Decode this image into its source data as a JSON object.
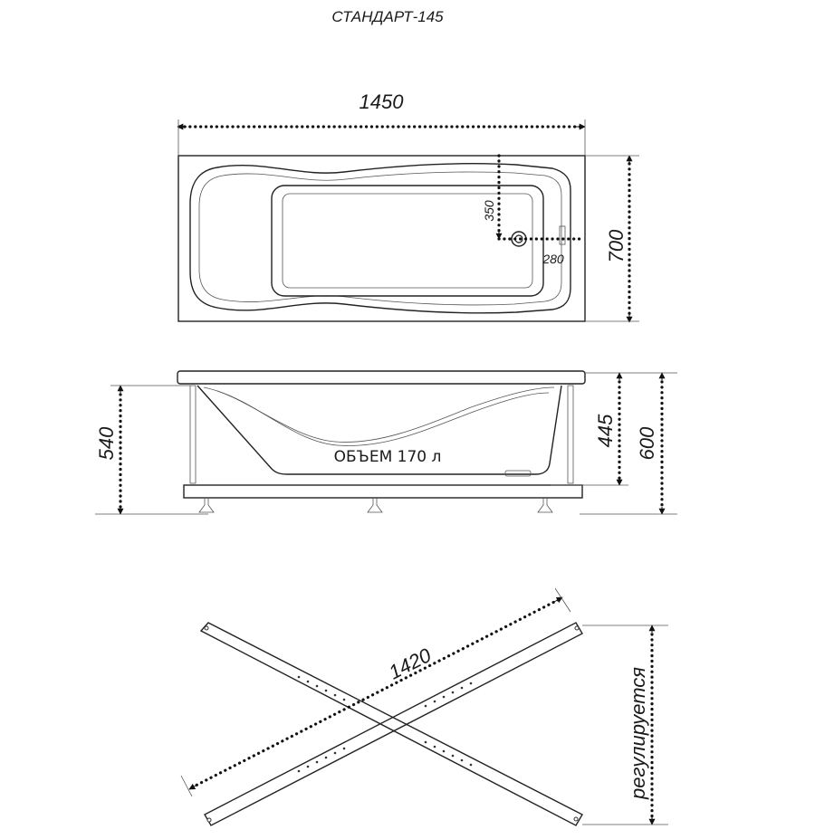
{
  "title": "СТАНДАРТ-145",
  "top_view": {
    "length_label": "1450",
    "width_label": "700",
    "drain_offset_y_label": "350",
    "drain_offset_x_label": "280"
  },
  "side_view": {
    "volume_label": "ОБЪЕМ 170 л",
    "height_left_label": "540",
    "depth_label": "445",
    "height_right_label": "600"
  },
  "frame_view": {
    "diagonal_label": "1420",
    "adjustable_label": "регулируется"
  }
}
